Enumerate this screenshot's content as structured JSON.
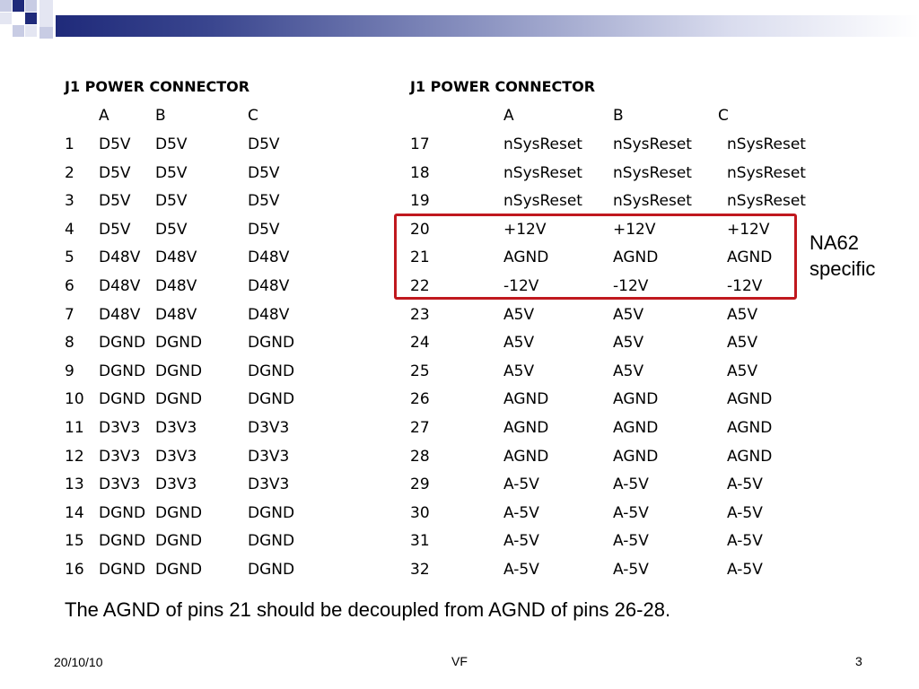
{
  "left_table": {
    "title": "J1 POWER CONNECTOR",
    "headers": [
      "A",
      "B",
      "C"
    ],
    "rows": [
      {
        "pin": "1",
        "a": "D5V",
        "b": "D5V",
        "c": "D5V"
      },
      {
        "pin": "2",
        "a": "D5V",
        "b": "D5V",
        "c": "D5V"
      },
      {
        "pin": "3",
        "a": "D5V",
        "b": "D5V",
        "c": "D5V"
      },
      {
        "pin": "4",
        "a": "D5V",
        "b": "D5V",
        "c": "D5V"
      },
      {
        "pin": "5",
        "a": "D48V",
        "b": "D48V",
        "c": "D48V"
      },
      {
        "pin": "6",
        "a": "D48V",
        "b": "D48V",
        "c": "D48V"
      },
      {
        "pin": "7",
        "a": "D48V",
        "b": "D48V",
        "c": "D48V"
      },
      {
        "pin": "8",
        "a": "DGND",
        "b": "DGND",
        "c": "DGND"
      },
      {
        "pin": "9",
        "a": "DGND",
        "b": "DGND",
        "c": "DGND"
      },
      {
        "pin": "10",
        "a": "DGND",
        "b": "DGND",
        "c": "DGND"
      },
      {
        "pin": "11",
        "a": "D3V3",
        "b": "D3V3",
        "c": "D3V3"
      },
      {
        "pin": "12",
        "a": "D3V3",
        "b": "D3V3",
        "c": "D3V3"
      },
      {
        "pin": "13",
        "a": "D3V3",
        "b": "D3V3",
        "c": "D3V3"
      },
      {
        "pin": "14",
        "a": "DGND",
        "b": "DGND",
        "c": "DGND"
      },
      {
        "pin": "15",
        "a": "DGND",
        "b": "DGND",
        "c": "DGND"
      },
      {
        "pin": "16",
        "a": "DGND",
        "b": "DGND",
        "c": "DGND"
      }
    ]
  },
  "right_table": {
    "title": "J1 POWER CONNECTOR",
    "headers": [
      "A",
      "B",
      "C"
    ],
    "rows": [
      {
        "pin": "17",
        "a": "nSysReset",
        "b": "nSysReset",
        "c": "nSysReset"
      },
      {
        "pin": "18",
        "a": "nSysReset",
        "b": "nSysReset",
        "c": "nSysReset"
      },
      {
        "pin": "19",
        "a": "nSysReset",
        "b": "nSysReset",
        "c": "nSysReset"
      },
      {
        "pin": "20",
        "a": "+12V",
        "b": "+12V",
        "c": "+12V"
      },
      {
        "pin": "21",
        "a": "AGND",
        "b": "AGND",
        "c": "AGND"
      },
      {
        "pin": "22",
        "a": "-12V",
        "b": "-12V",
        "c": "-12V"
      },
      {
        "pin": "23",
        "a": "A5V",
        "b": "A5V",
        "c": "A5V"
      },
      {
        "pin": "24",
        "a": "A5V",
        "b": "A5V",
        "c": "A5V"
      },
      {
        "pin": "25",
        "a": "A5V",
        "b": "A5V",
        "c": "A5V"
      },
      {
        "pin": "26",
        "a": "AGND",
        "b": "AGND",
        "c": "AGND"
      },
      {
        "pin": "27",
        "a": "AGND",
        "b": "AGND",
        "c": "AGND"
      },
      {
        "pin": "28",
        "a": "AGND",
        "b": "AGND",
        "c": "AGND"
      },
      {
        "pin": "29",
        "a": "A-5V",
        "b": "A-5V",
        "c": "A-5V"
      },
      {
        "pin": "30",
        "a": "A-5V",
        "b": "A-5V",
        "c": "A-5V"
      },
      {
        "pin": "31",
        "a": "A-5V",
        "b": "A-5V",
        "c": "A-5V"
      },
      {
        "pin": "32",
        "a": "A-5V",
        "b": "A-5V",
        "c": "A-5V"
      }
    ]
  },
  "highlight_note": {
    "line1": "NA62",
    "line2": "specific",
    "color": "#c0181e"
  },
  "footnote": "The AGND of pins 21 should be decoupled from AGND of pins 26-28.",
  "footer": {
    "date": "20/10/10",
    "center": "VF",
    "page": "3"
  },
  "colors": {
    "header_bar": "#1f2a7a"
  }
}
